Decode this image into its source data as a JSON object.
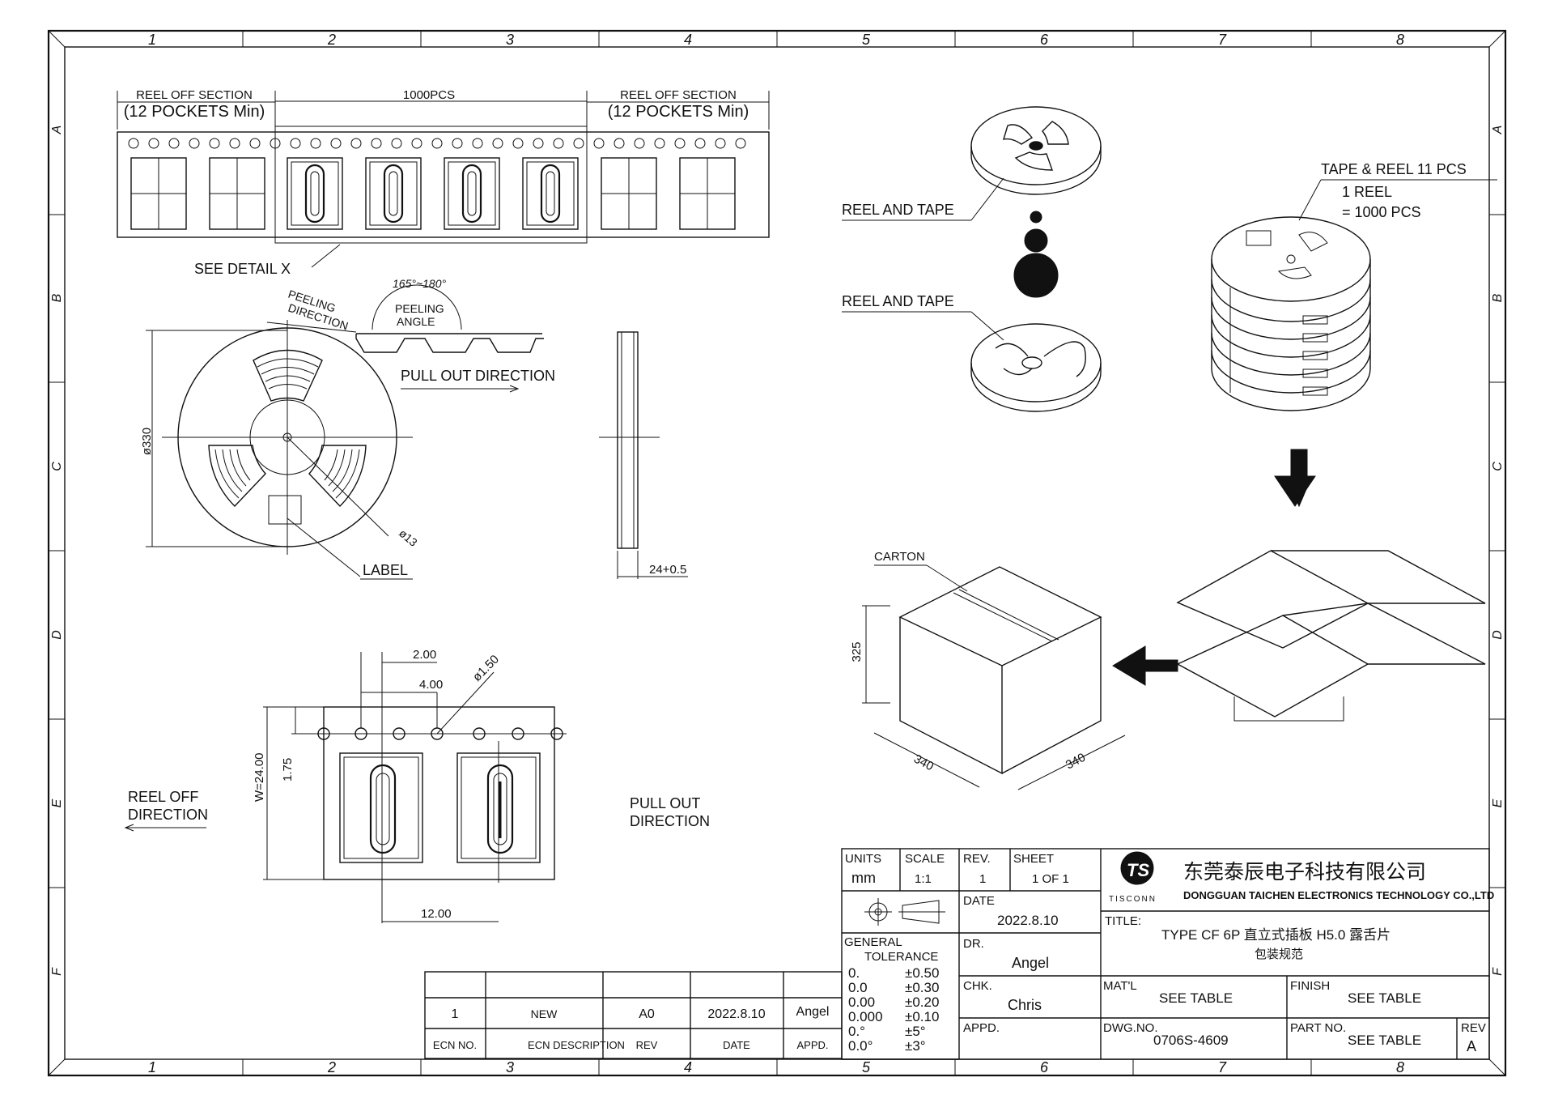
{
  "frame": {
    "columns": [
      "1",
      "2",
      "3",
      "4",
      "5",
      "6",
      "7",
      "8"
    ],
    "rows": [
      "A",
      "B",
      "C",
      "D",
      "E",
      "F"
    ]
  },
  "tape_strip": {
    "reel_off_left_title": "REEL OFF SECTION",
    "reel_off_left_sub": "(12 POCKETS Min)",
    "middle_count": "1000PCS",
    "reel_off_right_title": "REEL OFF SECTION",
    "reel_off_right_sub": "(12 POCKETS Min)",
    "see_detail": "SEE DETAIL X"
  },
  "peeling": {
    "direction": [
      "PEELING",
      "DIRECTION"
    ],
    "angle_range": "165°~180°",
    "angle_label": [
      "PEELING",
      "ANGLE"
    ],
    "pull_out": "PULL OUT DIRECTION"
  },
  "reel_view": {
    "diameter": "ø330",
    "hub": "ø13",
    "label": "LABEL",
    "width": "24+0.5"
  },
  "detail_x": {
    "dim_pitch_hole": "2.00",
    "dim_pitch": "4.00",
    "dim_hole": "ø1.50",
    "dim_edge": "1.75",
    "dim_width": "W=24.00",
    "dim_pocket": "12.00",
    "reel_off": [
      "REEL OFF",
      "DIRECTION"
    ],
    "pull_out": [
      "PULL OUT",
      "DIRECTION"
    ]
  },
  "packaging": {
    "reel_and_tape_1": "REEL AND TAPE",
    "reel_and_tape_2": "REEL AND TAPE",
    "tape_reel_count": "TAPE & REEL 11 PCS",
    "reel_eq_1": "1 REEL",
    "reel_eq_2": "= 1000 PCS",
    "carton": "CARTON",
    "carton_h": "325",
    "carton_w1": "340",
    "carton_w2": "340"
  },
  "revision_table": {
    "row": {
      "ecn_no": "1",
      "desc": "NEW",
      "rev": "A0",
      "date": "2022.8.10",
      "appd": "Angel"
    },
    "headers": {
      "ecn_no": "ECN NO.",
      "desc": "ECN   DESCRIPTION",
      "rev": "REV",
      "date": "DATE",
      "appd": "APPD."
    }
  },
  "title_block": {
    "units_label": "UNITS",
    "units_value": "mm",
    "scale_label": "SCALE",
    "scale_value": "1:1",
    "rev_label": "REV.",
    "rev_value": "1",
    "sheet_label": "SHEET",
    "sheet_value": "1 OF 1",
    "date_label": "DATE",
    "date_value": "2022.8.10",
    "dr_label": "DR.",
    "dr_value": "Angel",
    "chk_label": "CHK.",
    "chk_value": "Chris",
    "appd_label": "APPD.",
    "gen_tol_1": "GENERAL",
    "gen_tol_2": "TOLERANCE",
    "tolerances": [
      {
        "k": "0.",
        "v": "±0.50"
      },
      {
        "k": "0.0",
        "v": "±0.30"
      },
      {
        "k": "0.00",
        "v": "±0.20"
      },
      {
        "k": "0.000",
        "v": "±0.10"
      },
      {
        "k": "0.°",
        "v": "±5°"
      },
      {
        "k": "0.0°",
        "v": "±3°"
      }
    ],
    "company_cn": "东莞泰辰电子科技有限公司",
    "company_en": "DONGGUAN TAICHEN ELECTRONICS TECHNOLOGY CO.,LTD",
    "logo_text": "TS",
    "logo_sub": "TISCONN",
    "title_label": "TITLE:",
    "title_line1": "TYPE CF 6P 直立式插板 H5.0 露舌片",
    "title_line2": "包装规范",
    "matl_label": "MAT'L",
    "matl_value": "SEE TABLE",
    "finish_label": "FINISH",
    "finish_value": "SEE TABLE",
    "dwg_label": "DWG.NO.",
    "dwg_value": "0706S-4609",
    "part_label": "PART NO.",
    "part_value": "SEE TABLE",
    "rev2_label": "REV",
    "rev2_value": "A"
  }
}
